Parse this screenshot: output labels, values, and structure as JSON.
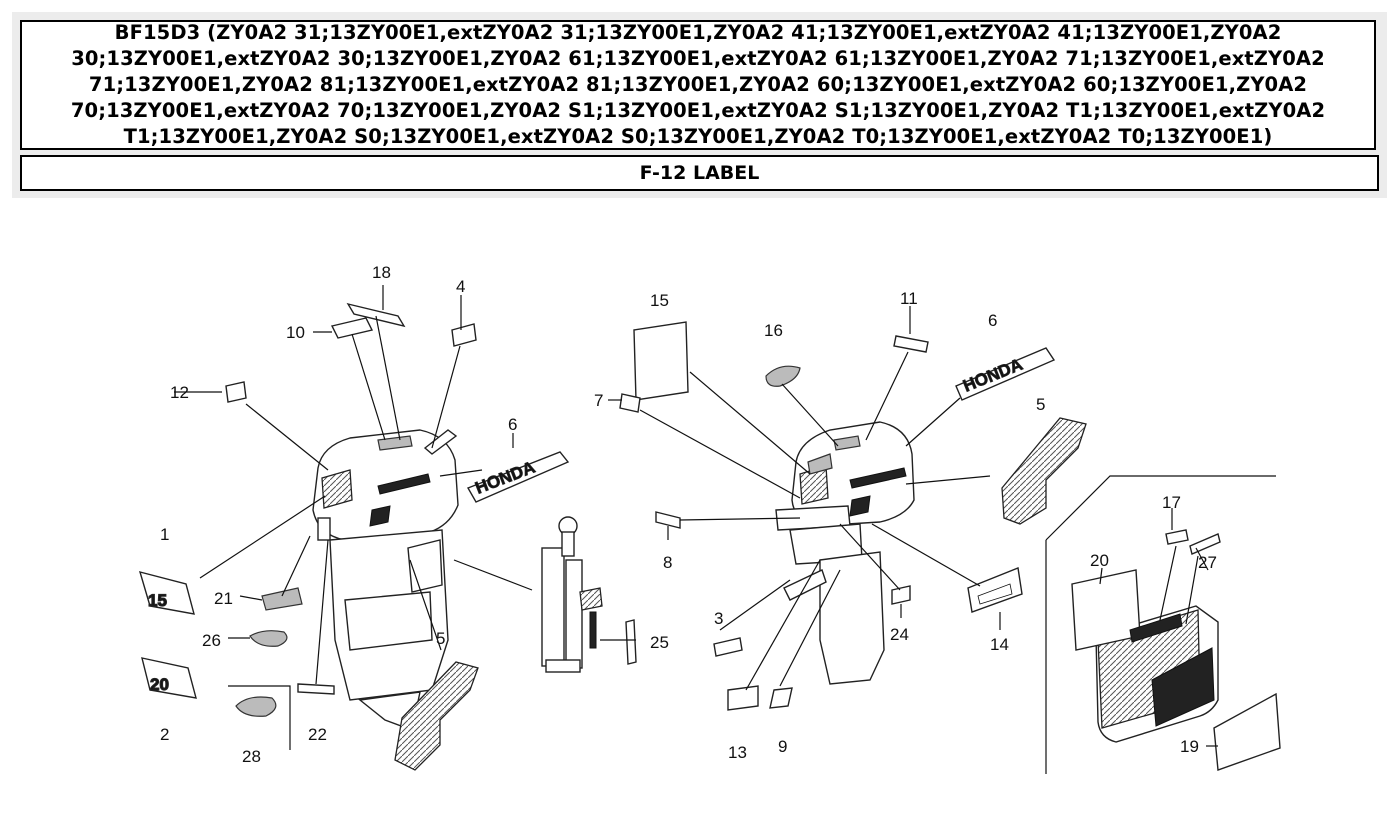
{
  "header": {
    "title": "BF15D3 (ZY0A2 31;13ZY00E1,extZY0A2 31;13ZY00E1,ZY0A2 41;13ZY00E1,extZY0A2 41;13ZY00E1,ZY0A2 30;13ZY00E1,extZY0A2 30;13ZY00E1,ZY0A2 61;13ZY00E1,extZY0A2 61;13ZY00E1,ZY0A2 71;13ZY00E1,extZY0A2 71;13ZY00E1,ZY0A2 81;13ZY00E1,extZY0A2 81;13ZY00E1,ZY0A2 60;13ZY00E1,extZY0A2 60;13ZY00E1,ZY0A2 70;13ZY00E1,extZY0A2 70;13ZY00E1,ZY0A2 S1;13ZY00E1,extZY0A2 S1;13ZY00E1,ZY0A2 T1;13ZY00E1,extZY0A2 T1;13ZY00E1,ZY0A2 S0;13ZY00E1,extZY0A2 S0;13ZY00E1,ZY0A2 T0;13ZY00E1,extZY0A2 T0;13ZY00E1)",
    "section": "F-12 LABEL"
  },
  "diagram": {
    "callouts": {
      "c1": "1",
      "c2": "2",
      "c3": "3",
      "c4": "4",
      "c5a": "5",
      "c5b": "5",
      "c6a": "6",
      "c6b": "6",
      "c7": "7",
      "c8": "8",
      "c9": "9",
      "c10": "10",
      "c11": "11",
      "c12": "12",
      "c13": "13",
      "c14": "14",
      "c15": "15",
      "c16": "16",
      "c17": "17",
      "c18": "18",
      "c19": "19",
      "c20": "20",
      "c21": "21",
      "c22": "22",
      "c24": "24",
      "c25": "25",
      "c26": "26",
      "c27": "27",
      "c28": "28"
    },
    "decals": {
      "honda_left": "HONDA",
      "honda_right": "HONDA",
      "badge_15": "15",
      "badge_20": "20"
    }
  }
}
